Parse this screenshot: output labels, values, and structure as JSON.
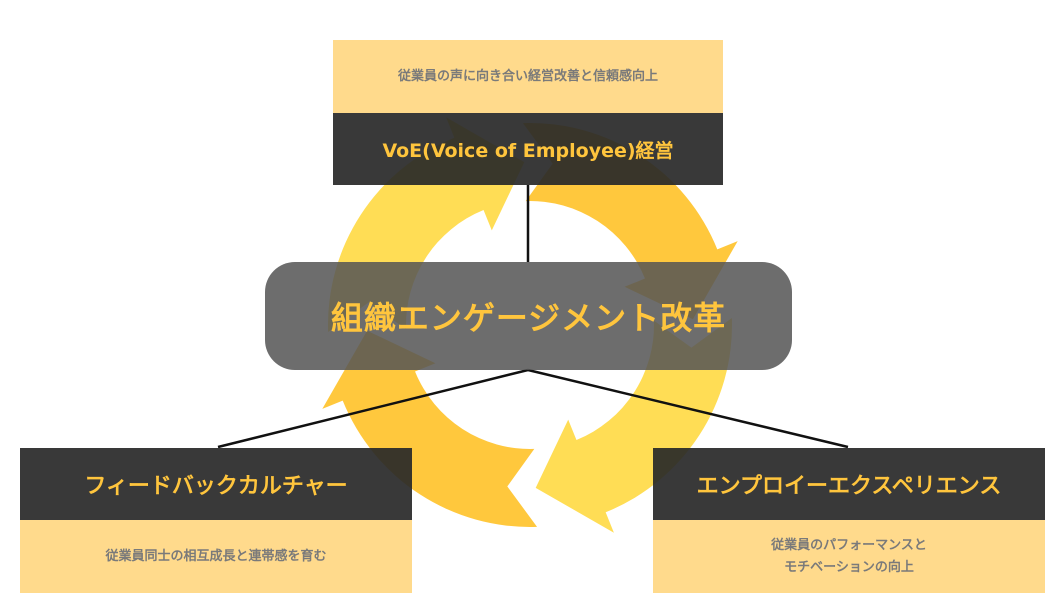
{
  "center": {
    "title": "組織エンゲージメント改革"
  },
  "top": {
    "title": "VoE(Voice of Employee)経営",
    "description": "従業員の声に向き合い経営改善と信頼感向上"
  },
  "left": {
    "title": "フィードバックカルチャー",
    "description": "従業員同士の相互成長と連帯感を育む"
  },
  "right": {
    "title": "エンプロイーエクスペリエンス",
    "description_line1": "従業員のパフォーマンスと",
    "description_line2": "モチベーションの向上"
  },
  "colors": {
    "arrow_light": "#FFDD55",
    "arrow_dark": "#FFC83D",
    "title": "#FFC53D",
    "box_dark": "#333333",
    "box_light": "#FFDA8C"
  }
}
